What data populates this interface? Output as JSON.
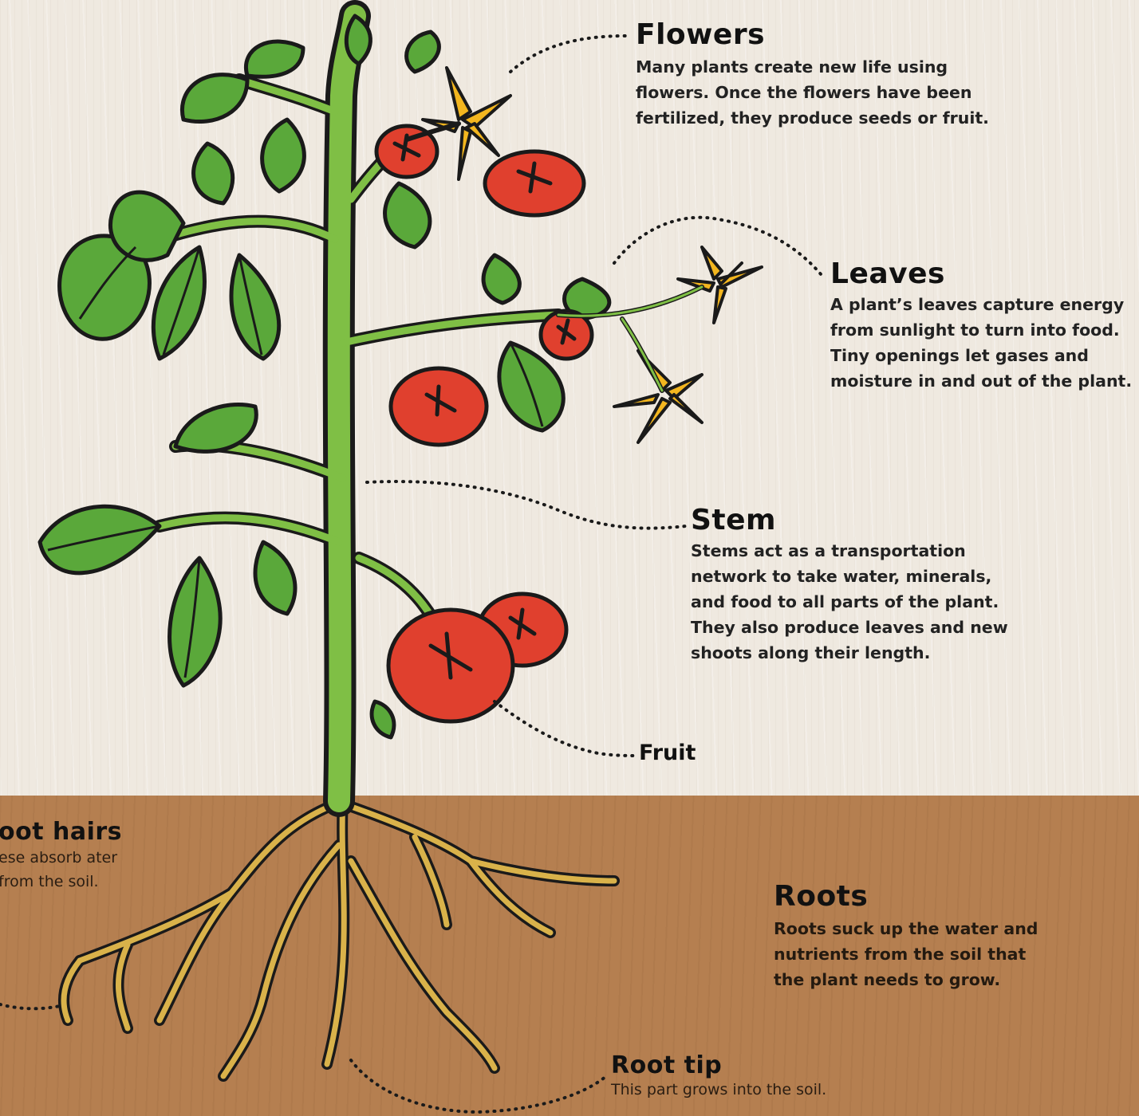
{
  "labels": {
    "flowers": {
      "title": "Flowers",
      "desc": "Many plants create new life using flowers. Once the flowers have been fertilized, they produce seeds or fruit."
    },
    "leaves": {
      "title": "Leaves",
      "desc": "A plant’s leaves capture energy from sunlight to turn into food. Tiny openings let gases and moisture in and out of the plant."
    },
    "stem": {
      "title": "Stem",
      "desc": "Stems act as a transportation network to take water, minerals, and food to all parts of the plant. They also produce leaves and new shoots along their length."
    },
    "fruit": {
      "title": "Fruit"
    },
    "root_hairs": {
      "title": "oot hairs",
      "desc": "ese absorb ater from the soil."
    },
    "roots": {
      "title": "Roots",
      "desc": "Roots suck up the water and nutrients from the soil that the plant needs to grow."
    },
    "root_tip": {
      "title": "Root tip",
      "desc": "This part grows into the soil."
    }
  },
  "colors": {
    "background": "#efe9e0",
    "soil": "#b57f50",
    "stem": "#7fbf45",
    "leaf": "#5aa83a",
    "tomato": "#e0402e",
    "flower": "#f3b61f",
    "root": "#d9b24a",
    "outline": "#1a1a1a"
  }
}
